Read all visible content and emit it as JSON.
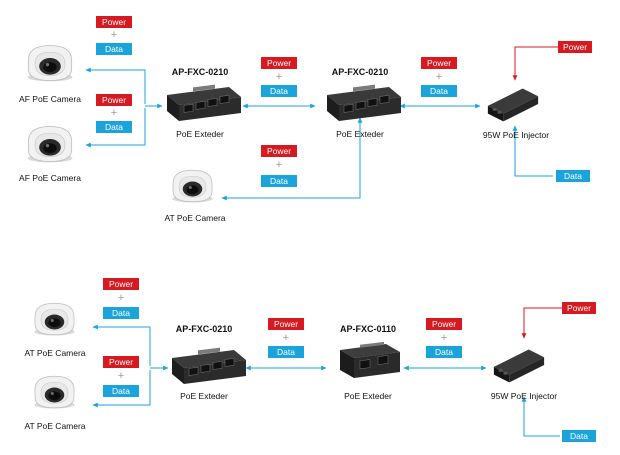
{
  "labels": {
    "power": "Power",
    "data": "Data",
    "plus": "+"
  },
  "colors": {
    "power": "#d71920",
    "data": "#1ba3dc",
    "line": "#1ba3dc",
    "power_line": "#d71920"
  },
  "top": {
    "camera_1": "AF PoE Camera",
    "camera_2": "AF PoE Camera",
    "camera_3": "AT PoE Camera",
    "extender_1_model": "AP-FXC-0210",
    "extender_1_label": "PoE Exteder",
    "extender_2_model": "AP-FXC-0210",
    "extender_2_label": "PoE Exteder",
    "injector_label": "95W PoE Injector"
  },
  "bottom": {
    "camera_1": "AT PoE Camera",
    "camera_2": "AT PoE Camera",
    "extender_1_model": "AP-FXC-0210",
    "extender_1_label": "PoE Exteder",
    "extender_2_model": "AP-FXC-0110",
    "extender_2_label": "PoE Exteder",
    "injector_label": "95W PoE Injector"
  }
}
